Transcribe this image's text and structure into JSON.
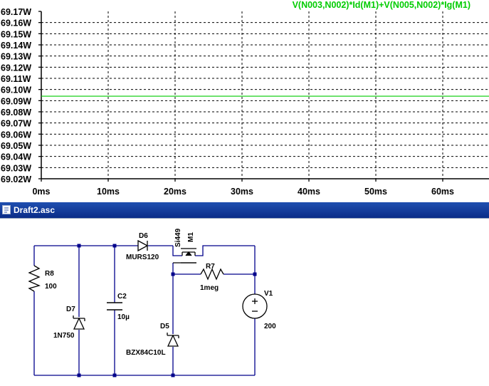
{
  "plot": {
    "trace_label": "V(N003,N002)*Id(M1)+V(N005,N002)*Ig(M1)",
    "trace_color": "#00cc00",
    "y_tick_labels": [
      "69.17W",
      "69.16W",
      "69.15W",
      "69.14W",
      "69.13W",
      "69.12W",
      "69.11W",
      "69.10W",
      "69.09W",
      "69.08W",
      "69.07W",
      "69.06W",
      "69.05W",
      "69.04W",
      "69.03W",
      "69.02W"
    ],
    "x_tick_labels": [
      "0ms",
      "10ms",
      "20ms",
      "30ms",
      "40ms",
      "50ms",
      "60ms"
    ]
  },
  "chart_data": {
    "type": "line",
    "xlabel": "",
    "ylabel": "",
    "x_unit": "ms",
    "y_unit": "W",
    "xlim": [
      0,
      70
    ],
    "ylim": [
      69.02,
      69.17
    ],
    "grid": true,
    "series": [
      {
        "name": "V(N003,N002)*Id(M1)+V(N005,N002)*Ig(M1)",
        "x": [
          0,
          70
        ],
        "y": [
          69.094,
          69.094
        ]
      }
    ]
  },
  "window": {
    "title": "Draft2.asc"
  },
  "schematic": {
    "line_color": "#00008b",
    "components": {
      "r8_name": "R8",
      "r8_value": "100",
      "d7_name": "D7",
      "d7_value": "1N750",
      "c2_name": "C2",
      "c2_value": "10µ",
      "d6_name": "D6",
      "d6_value": "MURS120",
      "m1_name": "M1",
      "m1_value": "Si449",
      "r7_name": "R7",
      "r7_value": "1meg",
      "d5_name": "D5",
      "d5_value": "BZX84C10L",
      "v1_name": "V1",
      "v1_value": "200"
    }
  }
}
